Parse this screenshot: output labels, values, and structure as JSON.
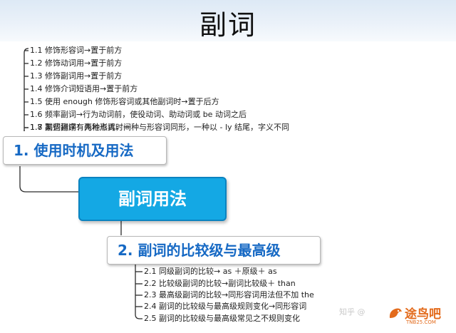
{
  "title": "副词",
  "central_topic": "副词用法",
  "section1": {
    "label": "1. 使用时机及用法",
    "items": [
      "1.1  修饰形容词→置于前方",
      "1.2  修饰动词用→置于前方",
      "1.3  修饰副词用→置于前方",
      "1.4  修饰介词短语用→置于前方",
      "1.5  使用 enough 修饰形容词或其他副词时→置于后方",
      "1.6  频率副词→行为动词前，使役动词、助动词或 be 动词之后",
      "1.7  副词排序：先地点再时间",
      "1.8  某些副词有两种形式，一种与形容词同形，一种以 - ly 结尾，字义不同"
    ]
  },
  "section2": {
    "label": "2. 副词的比较级与最高级",
    "items": [
      "2.1  同级副词的比较→ as ＋原级＋ as",
      "2.2  比较级副词的比较→副词比较级＋ than",
      "2.3  最高级副词的比较→同形容词用法但不加 the",
      "2.4  副词的比较级与最高级规则变化→同形容词",
      "2.5  副词的比较级与最高级常见之不规则变化"
    ]
  },
  "watermark": "知乎 @",
  "logo": {
    "text": "途鸟吧",
    "sub": "TNB25.COM"
  },
  "colors": {
    "central_fill": "#14a8e4",
    "section_text": "#1669c4",
    "connector": "#2b2b2b",
    "title_band": "#dde9f5",
    "logo": "#e36b1c"
  }
}
